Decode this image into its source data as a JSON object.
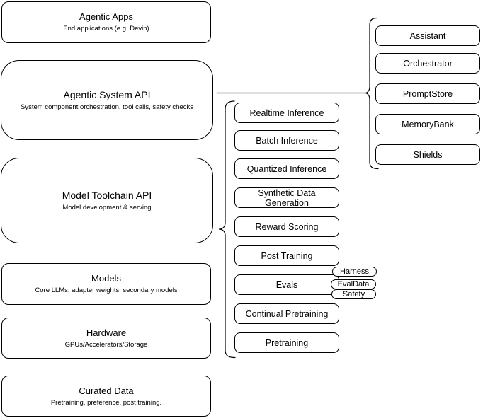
{
  "diagram": {
    "stack": [
      {
        "title": "Agentic Apps",
        "subtitle": "End applications (e.g. Devin)"
      },
      {
        "title": "Agentic System API",
        "subtitle": "System component orchestration, tool calls, safety checks"
      },
      {
        "title": "Model Toolchain API",
        "subtitle": "Model development & serving"
      },
      {
        "title": "Models",
        "subtitle": "Core LLMs, adapter weights, secondary models"
      },
      {
        "title": "Hardware",
        "subtitle": "GPUs/Accelerators/Storage"
      },
      {
        "title": "Curated Data",
        "subtitle": "Pretraining, preference, post training."
      }
    ],
    "toolchain_items": [
      "Realtime Inference",
      "Batch Inference",
      "Quantized Inference",
      "Synthetic Data Generation",
      "Reward Scoring",
      "Post Training",
      "Evals",
      "Continual Pretraining",
      "Pretraining"
    ],
    "eval_tags": [
      "Harness",
      "EvalData",
      "Safety"
    ],
    "system_components": [
      "Assistant",
      "Orchestrator",
      "PromptStore",
      "MemoryBank",
      "Shields"
    ],
    "colors": {
      "stroke": "#000000",
      "shape_fill": "#ffffff",
      "text": "#000000",
      "background": "#ffffff"
    }
  }
}
